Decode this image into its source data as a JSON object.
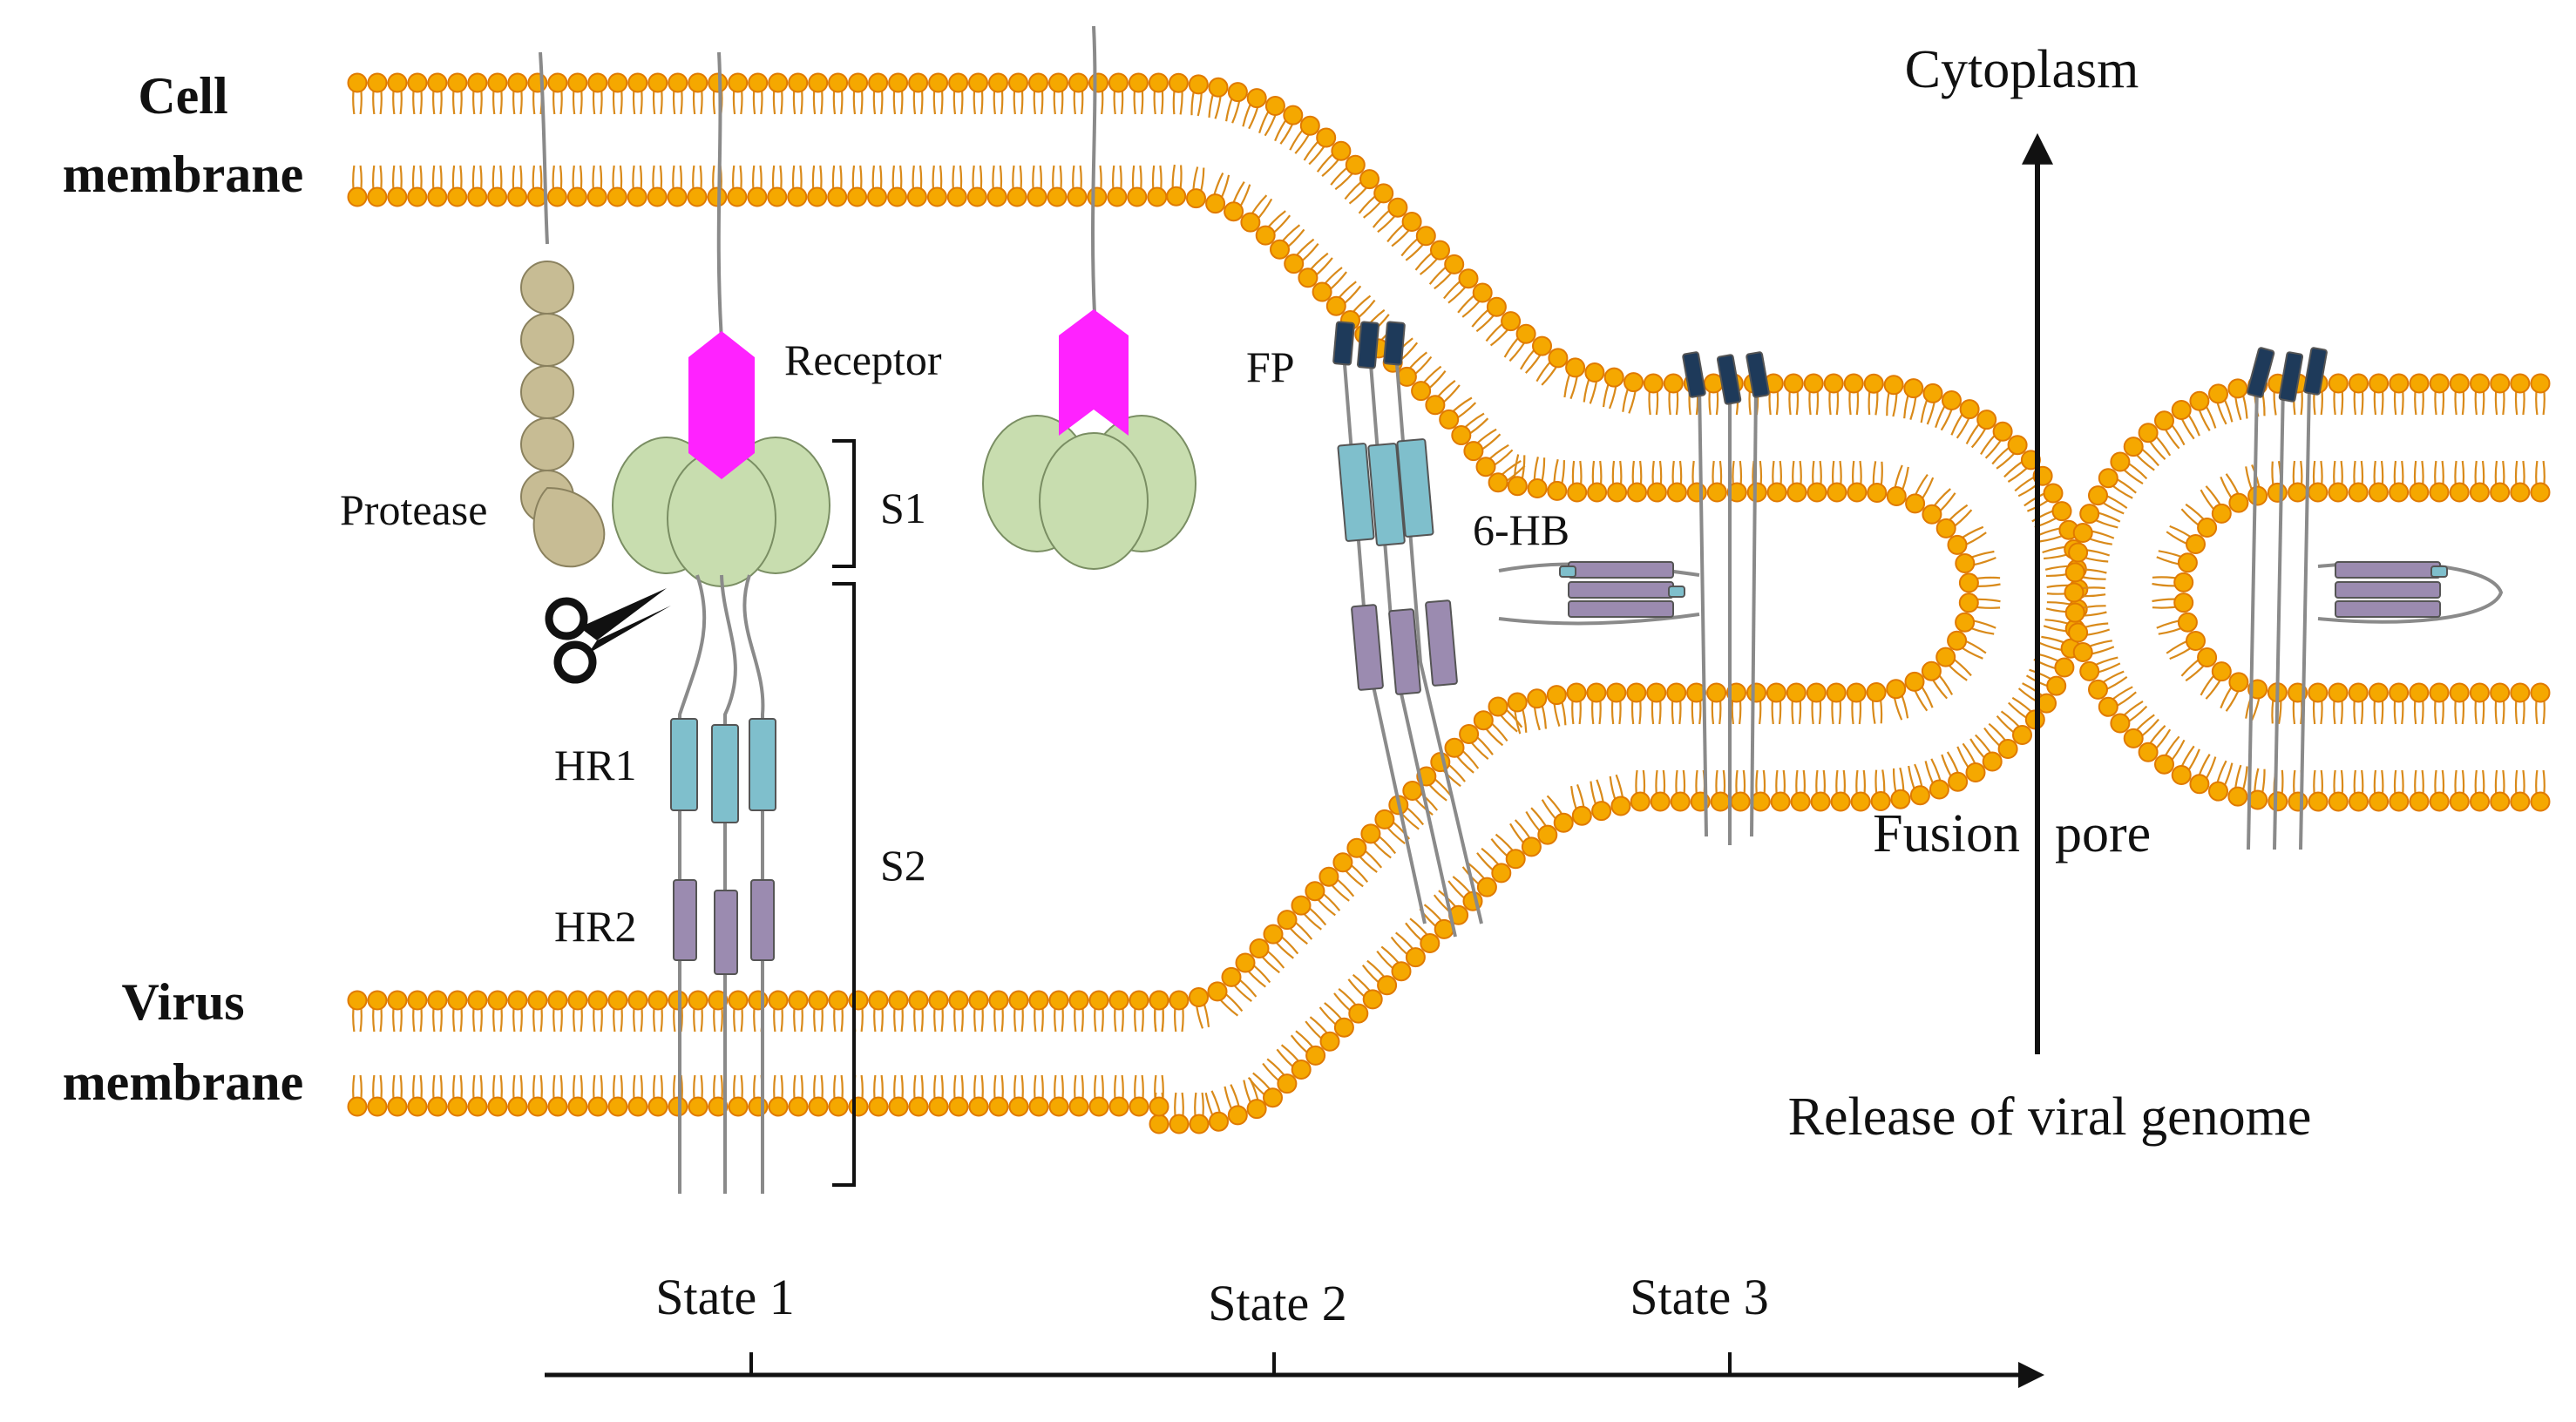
{
  "labels": {
    "cell_membrane": [
      "Cell",
      "membrane"
    ],
    "virus_membrane": [
      "Virus",
      "membrane"
    ],
    "cytoplasm": "Cytoplasm",
    "receptor": "Receptor",
    "protease": "Protease",
    "s1": "S1",
    "s2": "S2",
    "hr1": "HR1",
    "hr2": "HR2",
    "fp": "FP",
    "six_hb": "6-HB",
    "fusion": "Fusion",
    "pore": "pore",
    "release": "Release of viral genome"
  },
  "states": [
    "State 1",
    "State 2",
    "State 3"
  ],
  "colors": {
    "lipid_head": "#F5A800",
    "lipid_head_stroke": "#E07A00",
    "lipid_tail": "#D98A1A",
    "hr1": "#7FBFCC",
    "hr2": "#9B8BB0",
    "fp": "#1E3A5A",
    "receptor": "#FF22FF",
    "s1": "#C8DDAF",
    "protease": "#C7BC94",
    "chain": "#8A8A8A"
  },
  "icons": [
    "scissors-icon"
  ]
}
